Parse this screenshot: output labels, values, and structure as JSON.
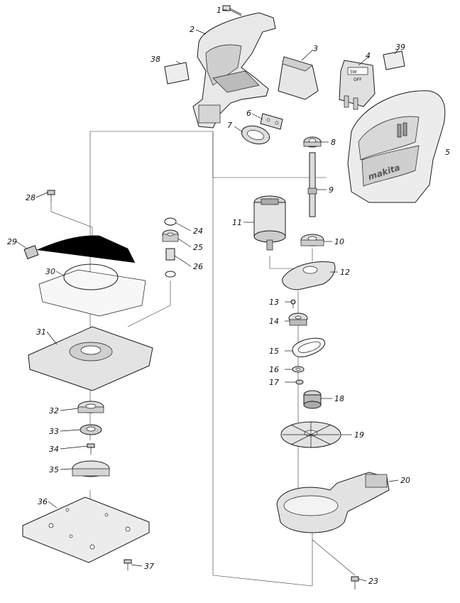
{
  "labels": {
    "p1": "1",
    "p2": "2",
    "p3": "3",
    "p4": "4",
    "p5": "5",
    "p6": "6",
    "p7": "7",
    "p8": "8",
    "p9": "9",
    "p10": "10",
    "p11": "11",
    "p12": "12",
    "p13": "13",
    "p14": "14",
    "p15": "15",
    "p16": "16",
    "p17": "17",
    "p18": "18",
    "p19": "19",
    "p20": "20",
    "p23": "23",
    "p24": "24",
    "p25": "25",
    "p26": "26",
    "p28": "28",
    "p29": "29",
    "p30": "30",
    "p31": "31",
    "p32": "32",
    "p33": "33",
    "p34": "34",
    "p35": "35",
    "p36": "36",
    "p37": "37",
    "p38": "38",
    "p39": "39"
  },
  "housing_brand_text": "makita",
  "switch_marking_1": "SW",
  "switch_marking_2": "OFF"
}
